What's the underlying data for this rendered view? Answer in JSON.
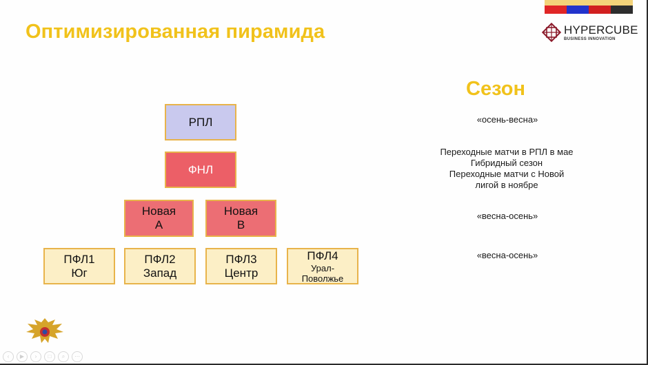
{
  "title": "Оптимизированная пирамида",
  "brand": {
    "name": "HYPERCUBE",
    "subtitle": "BUSINESS INNOVATION",
    "stripe_colors": [
      "#e02626",
      "#2233cc",
      "#d11f1f",
      "#2d2d2d"
    ]
  },
  "pyramid": {
    "top": "РПЛ",
    "second": "ФНЛ",
    "third": [
      {
        "line1": "Новая",
        "line2": "А"
      },
      {
        "line1": "Новая",
        "line2": "В"
      }
    ],
    "fourth": [
      {
        "line1": "ПФЛ1",
        "line2": "Юг"
      },
      {
        "line1": "ПФЛ2",
        "line2": "Запад"
      },
      {
        "line1": "ПФЛ3",
        "line2": "Центр"
      },
      {
        "line1": "ПФЛ4",
        "line2": "Урал-",
        "line3": "Поволжье"
      }
    ]
  },
  "season": {
    "title": "Сезон",
    "rpl": "«осень-весна»",
    "fnl": [
      "Переходные матчи в РПЛ в мае",
      "Гибридный сезон",
      "Переходные матчи с Новой",
      "лигой в ноябре"
    ],
    "novaya": "«весна-осень»",
    "pfl": "«весна-осень»"
  },
  "player_controls": [
    "prev-icon",
    "play-icon",
    "next-icon",
    "fullscreen-icon",
    "zoom-icon",
    "more-icon"
  ],
  "colors": {
    "accent": "#f1c21b",
    "top_box": "#c9c9ee",
    "fnl_box": "#ec5f67",
    "novaya_box": "#ec6e74",
    "pfl_box": "#fcefc6",
    "border": "#e8b34a"
  }
}
